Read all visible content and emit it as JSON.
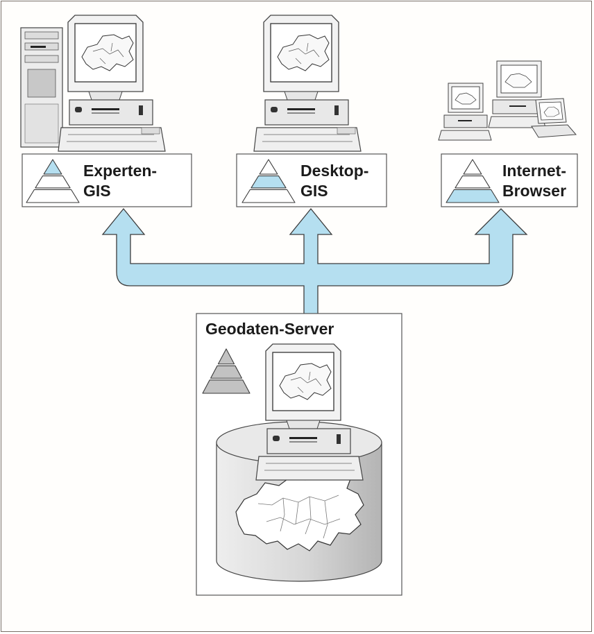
{
  "colors": {
    "accent": "#b5dff0",
    "arrow_stroke": "#3c3c3c",
    "server_fill": "#c2c2c2",
    "cylinder_fill": "#d8d8d8",
    "frame": "#7a7068"
  },
  "clients": [
    {
      "line1": "Experten-",
      "line2": "GIS",
      "highlight_tier": 0
    },
    {
      "line1": "Desktop-",
      "line2": "GIS",
      "highlight_tier": 1
    },
    {
      "line1": "Internet-",
      "line2": "Browser",
      "highlight_tier": 2
    }
  ],
  "server": {
    "title": "Geodaten-Server"
  },
  "icons": {
    "tower": "tower-computer-icon",
    "desktop": "desktop-computer-icon",
    "network": "multiple-computers-icon",
    "database": "database-cylinder-icon",
    "map": "switzerland-map-icon",
    "pyramid": "pyramid-icon"
  }
}
